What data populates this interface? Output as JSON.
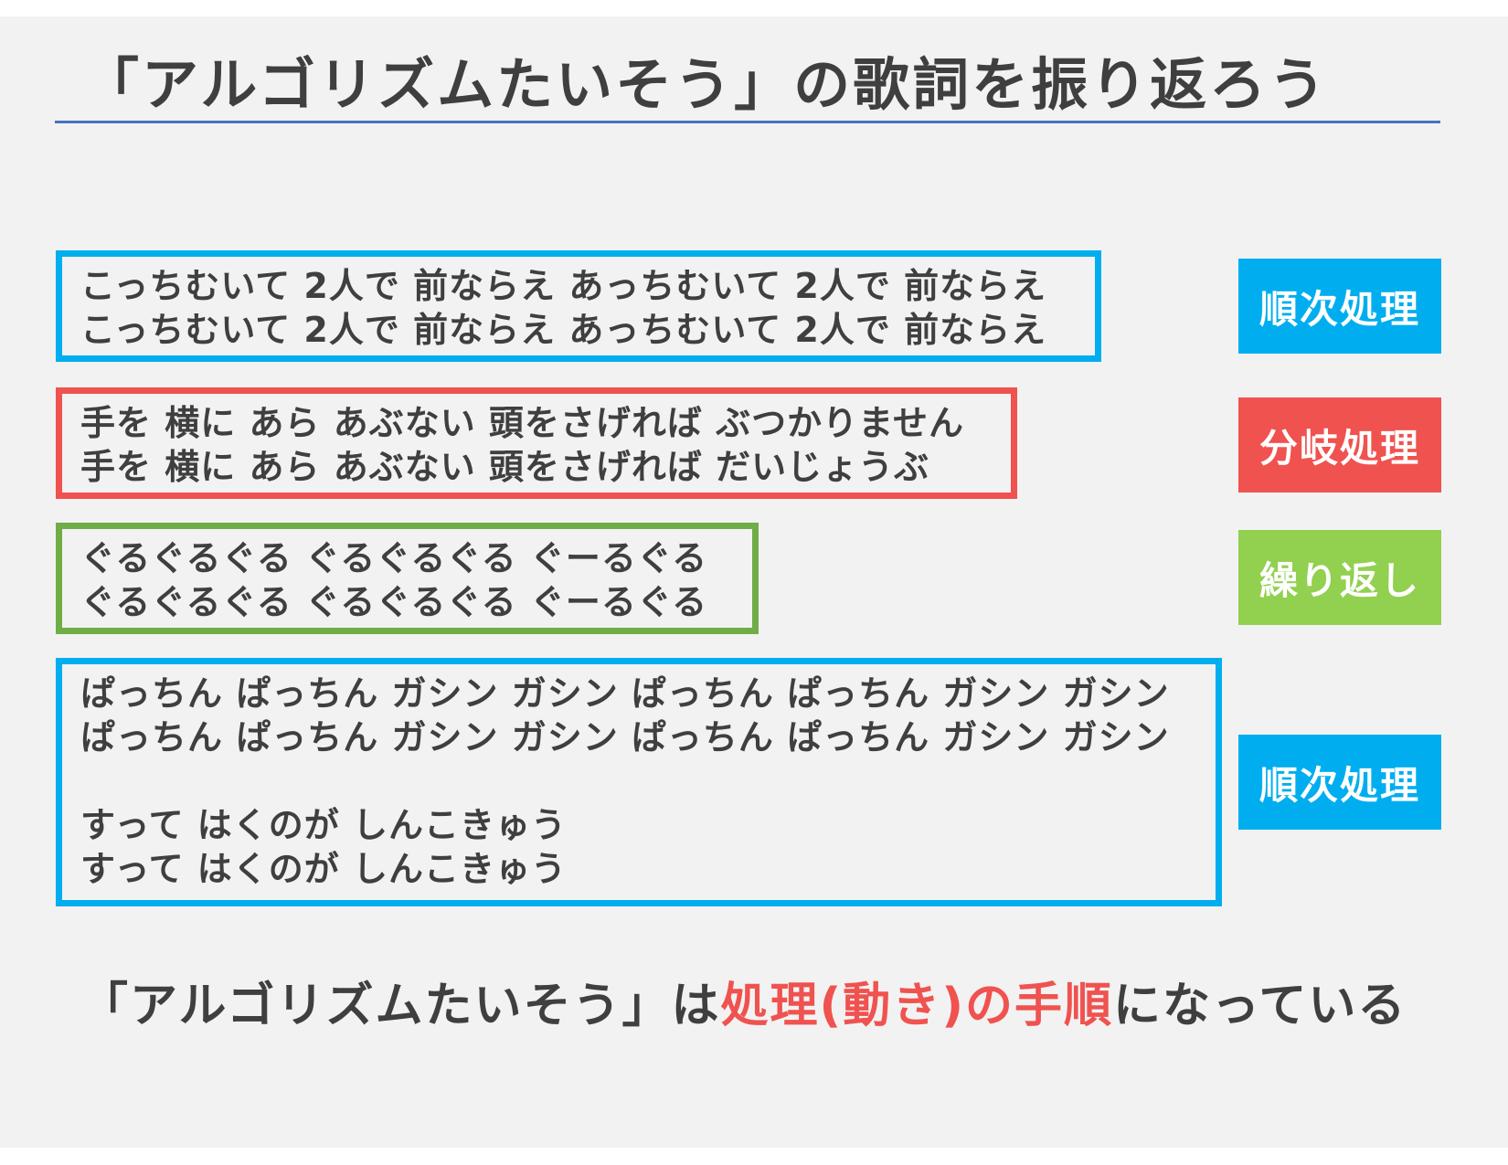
{
  "title": "「アルゴリズムたいそう」の歌詞を振り返ろう",
  "colors": {
    "blue": "#00aeef",
    "red": "#f0524f",
    "green": "#70ad47",
    "green_tag": "#92d050",
    "title_rule": "#4a72c4"
  },
  "sections": [
    {
      "lines": [
        "こっちむいて 2人で 前ならえ あっちむいて 2人で 前ならえ",
        "こっちむいて 2人で 前ならえ あっちむいて 2人で 前ならえ"
      ],
      "tag": "順次処理"
    },
    {
      "lines": [
        "手を 横に あら あぶない 頭をさげれば ぶつかりません",
        "手を 横に あら あぶない 頭をさげれば だいじょうぶ"
      ],
      "tag": "分岐処理"
    },
    {
      "lines": [
        "ぐるぐるぐる ぐるぐるぐる ぐーるぐる",
        "ぐるぐるぐる ぐるぐるぐる ぐーるぐる"
      ],
      "tag": "繰り返し"
    },
    {
      "lines": [
        "ぱっちん ぱっちん ガシン ガシン ぱっちん ぱっちん ガシン ガシン",
        "ぱっちん ぱっちん ガシン ガシン ぱっちん ぱっちん ガシン ガシン",
        "",
        "すって はくのが しんこきゅう",
        "すって はくのが しんこきゅう"
      ],
      "tag": "順次処理"
    }
  ],
  "conclusion": {
    "prefix": "「アルゴリズムたいそう」は",
    "highlight": "処理(動き)の手順",
    "suffix": "になっている"
  }
}
